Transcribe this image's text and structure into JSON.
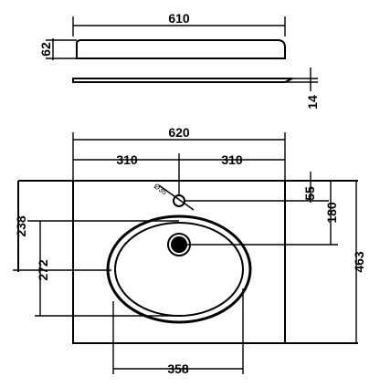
{
  "drawing": {
    "top_view": {
      "width_label": "610",
      "thickness_label": "62"
    },
    "side_view": {
      "thickness_label": "14"
    },
    "front_view": {
      "overall_width_label": "620",
      "half_left_label": "310",
      "half_right_label": "310",
      "tap_hole_label": "Ø35",
      "tap_offset_label": "55",
      "drain_offset_label": "180",
      "overall_height_label": "463",
      "bowl_top_label": "238",
      "bowl_depth_label": "272",
      "bowl_width_label": "358"
    }
  }
}
